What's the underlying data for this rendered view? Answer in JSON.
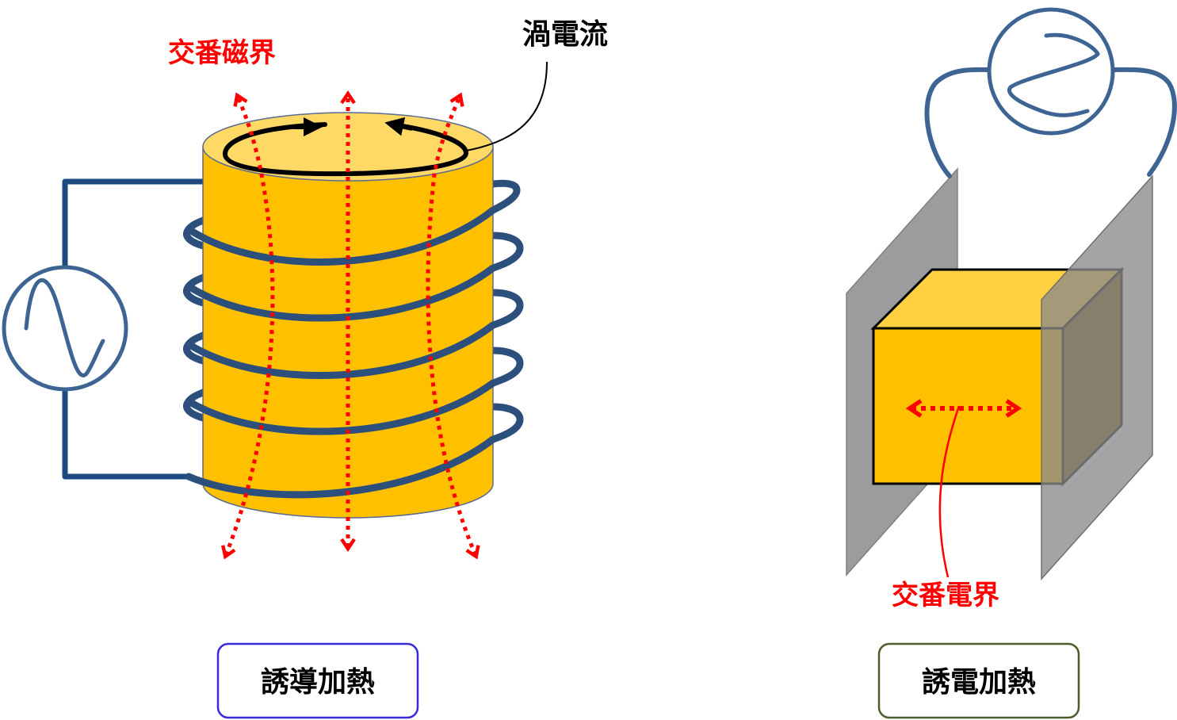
{
  "induction": {
    "magnetic_field_label": "交番磁界",
    "eddy_current_label": "渦電流",
    "caption": "誘導加熱",
    "caption_border_color": "#3a2bd8"
  },
  "dielectric": {
    "electric_field_label": "交番電界",
    "caption": "誘電加熱",
    "caption_border_color": "#4a5e2c"
  },
  "colors": {
    "coil": "#2c4f7c",
    "wire": "#1e4a80",
    "source_symbol": "#3e6494",
    "cylinder_body": "#ffc000",
    "cylinder_top": "#ffd966",
    "cube_front": "#ffc000",
    "cube_top": "#ffd040",
    "cube_side": "#7a5c00",
    "plate": "#9c9c9c",
    "field_arrow": "#ff0000",
    "eddy_arrow": "#000000"
  },
  "icons": {
    "ac_source_left": "ac-sine-source-icon",
    "ac_source_right": "ac-sine-source-icon"
  }
}
